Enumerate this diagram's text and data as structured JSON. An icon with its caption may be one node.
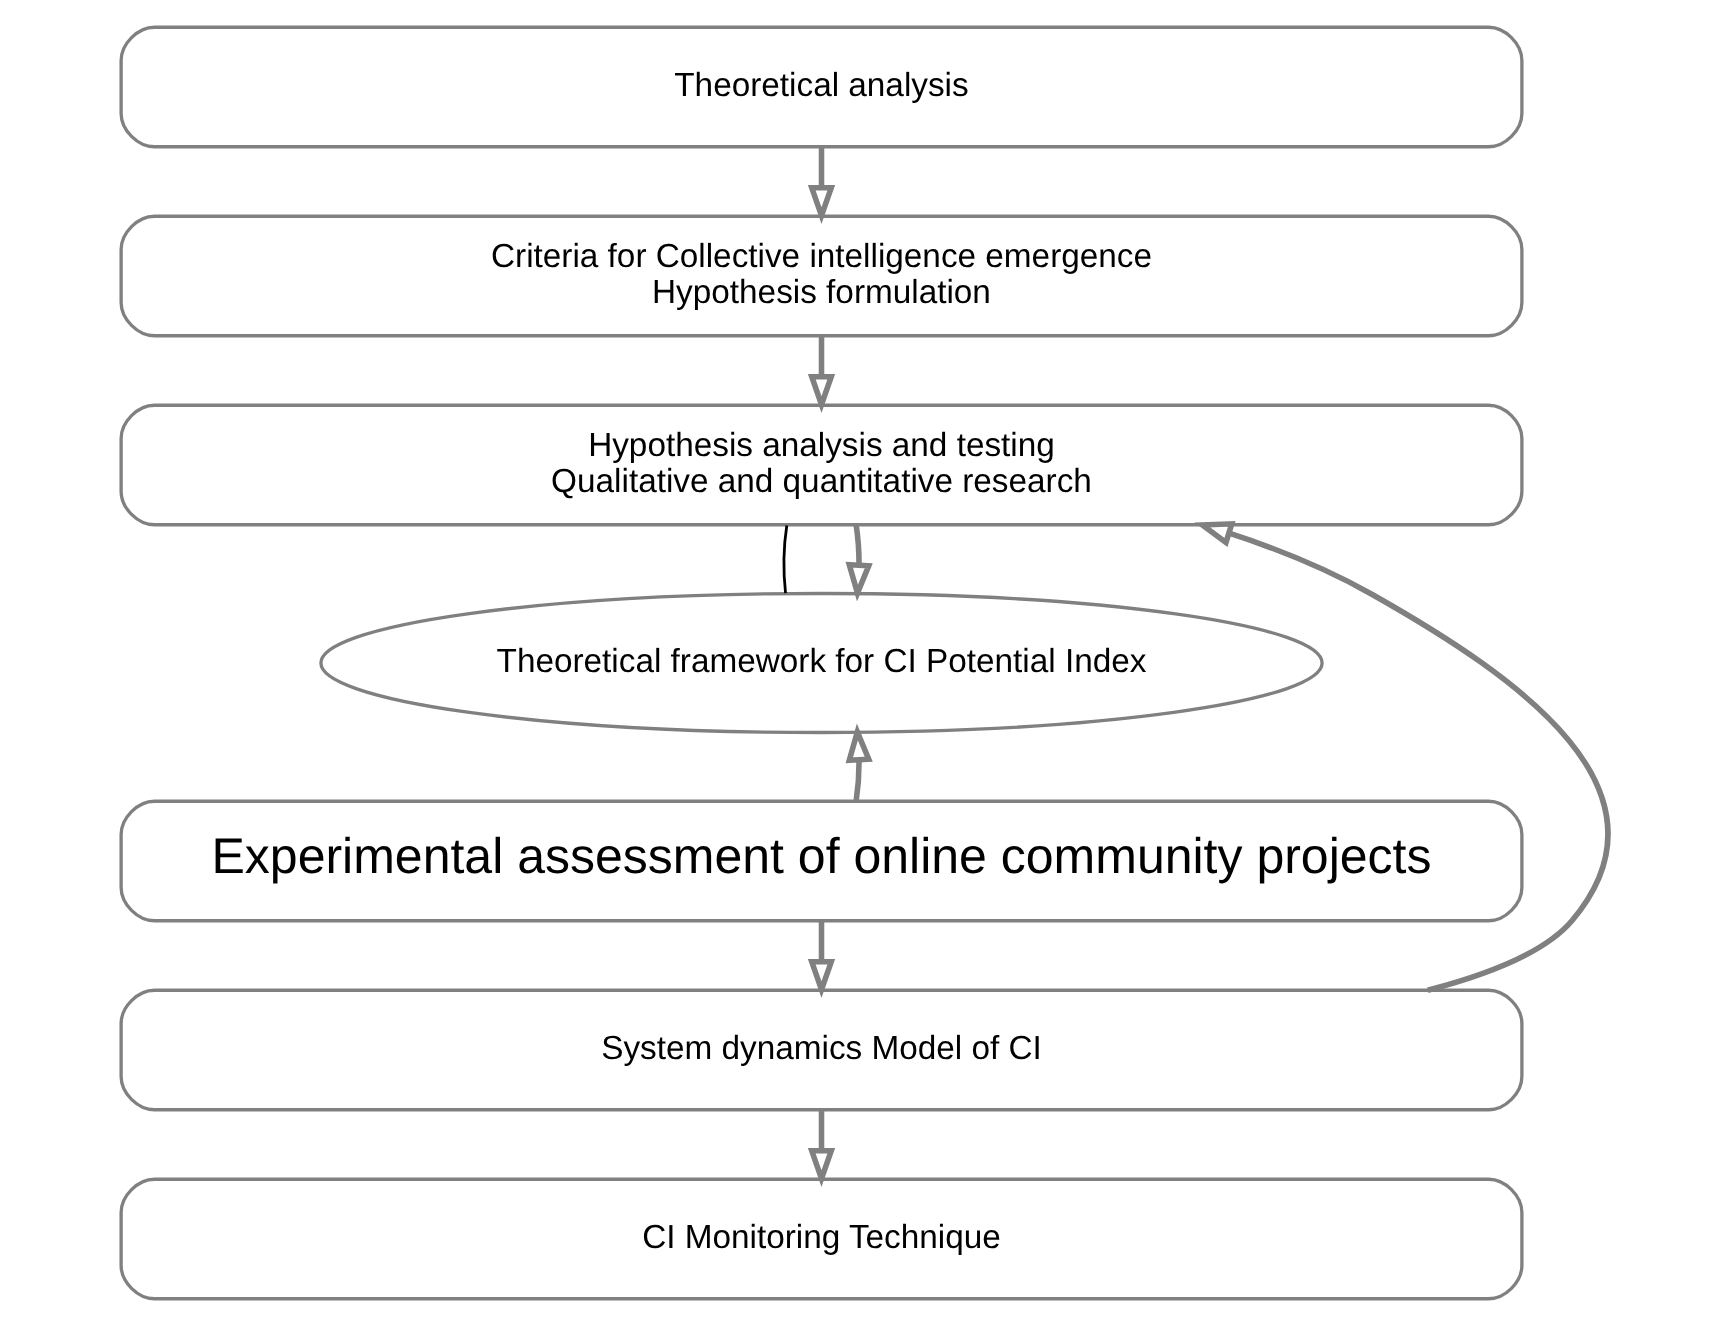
{
  "diagram": {
    "nodes": [
      {
        "text": [
          "Theoretical analysis"
        ]
      },
      {
        "text": [
          "Criteria for Collective intelligence emergence",
          "Hypothesis formulation"
        ]
      },
      {
        "text": [
          "Hypothesis analysis and testing",
          "Qualitative and quantitative research"
        ]
      },
      {
        "text": [
          "Theoretical framework for CI Potential Index"
        ]
      },
      {
        "text": [
          "Experimental assessment of online community projects"
        ]
      },
      {
        "text": [
          "System dynamics Model of CI"
        ]
      },
      {
        "text": [
          "CI Monitoring Technique"
        ]
      }
    ],
    "edges": [
      {
        "from": 0,
        "to": 1,
        "arrow": "to"
      },
      {
        "from": 1,
        "to": 2,
        "arrow": "to"
      },
      {
        "from": 2,
        "to": 3,
        "arrow": "none",
        "color": "#000000"
      },
      {
        "from": 2,
        "to": 3,
        "arrow": "to"
      },
      {
        "from": 4,
        "to": 3,
        "arrow": "to"
      },
      {
        "from": 5,
        "to": 2,
        "arrow": "to"
      },
      {
        "from": 4,
        "to": 5,
        "arrow": "to"
      },
      {
        "from": 5,
        "to": 6,
        "arrow": "to"
      }
    ]
  }
}
